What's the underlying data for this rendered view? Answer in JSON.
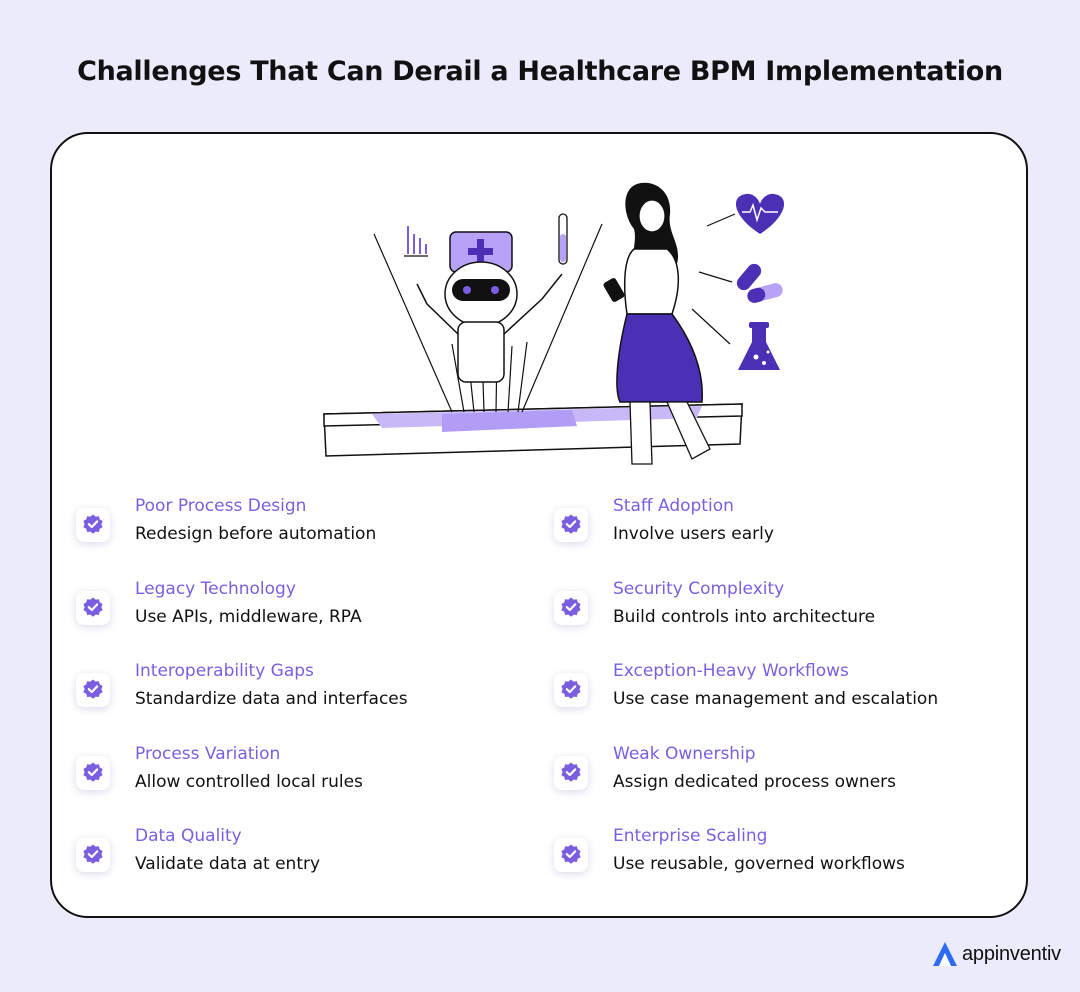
{
  "title": "Challenges That Can Derail a Healthcare BPM Implementation",
  "colors": {
    "background": "#ecebfb",
    "accent": "#7b5ee0",
    "accent_dark": "#4b2fb5",
    "text": "#111111",
    "card": "#ffffff"
  },
  "illustration": {
    "description_icons": [
      "robot-nurse",
      "woman-with-phone",
      "heart-rate-icon",
      "pills-icon",
      "flask-icon",
      "tablet-platform"
    ]
  },
  "items_left": [
    {
      "title": "Poor Process Design",
      "desc": "Redesign before automation"
    },
    {
      "title": "Legacy Technology",
      "desc": "Use APIs, middleware, RPA"
    },
    {
      "title": "Interoperability Gaps",
      "desc": "Standardize data and interfaces"
    },
    {
      "title": "Process Variation",
      "desc": "Allow controlled local rules"
    },
    {
      "title": "Data Quality",
      "desc": "Validate data at entry"
    }
  ],
  "items_right": [
    {
      "title": "Staff Adoption",
      "desc": "Involve users early"
    },
    {
      "title": "Security Complexity",
      "desc": "Build controls into architecture"
    },
    {
      "title": "Exception-Heavy Workflows",
      "desc": "Use case management and escalation"
    },
    {
      "title": "Weak Ownership",
      "desc": "Assign dedicated process owners"
    },
    {
      "title": "Enterprise Scaling",
      "desc": "Use reusable, governed workflows"
    }
  ],
  "logo": {
    "text": "appinventiv",
    "icon": "appinventiv-logo-icon"
  }
}
